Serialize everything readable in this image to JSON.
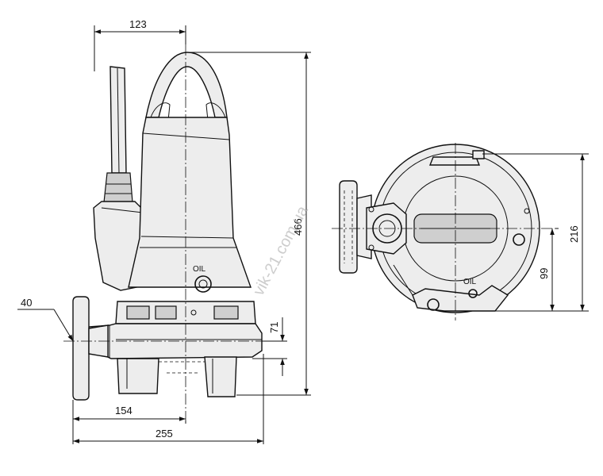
{
  "dimensions": {
    "d123": "123",
    "d466": "466",
    "d40": "40",
    "d71": "71",
    "d154": "154",
    "d255": "255",
    "d216": "216",
    "d99": "99"
  },
  "labels": {
    "oil_side": "OIL",
    "oil_top": "OIL"
  },
  "watermark": "vik-21.com.ua"
}
